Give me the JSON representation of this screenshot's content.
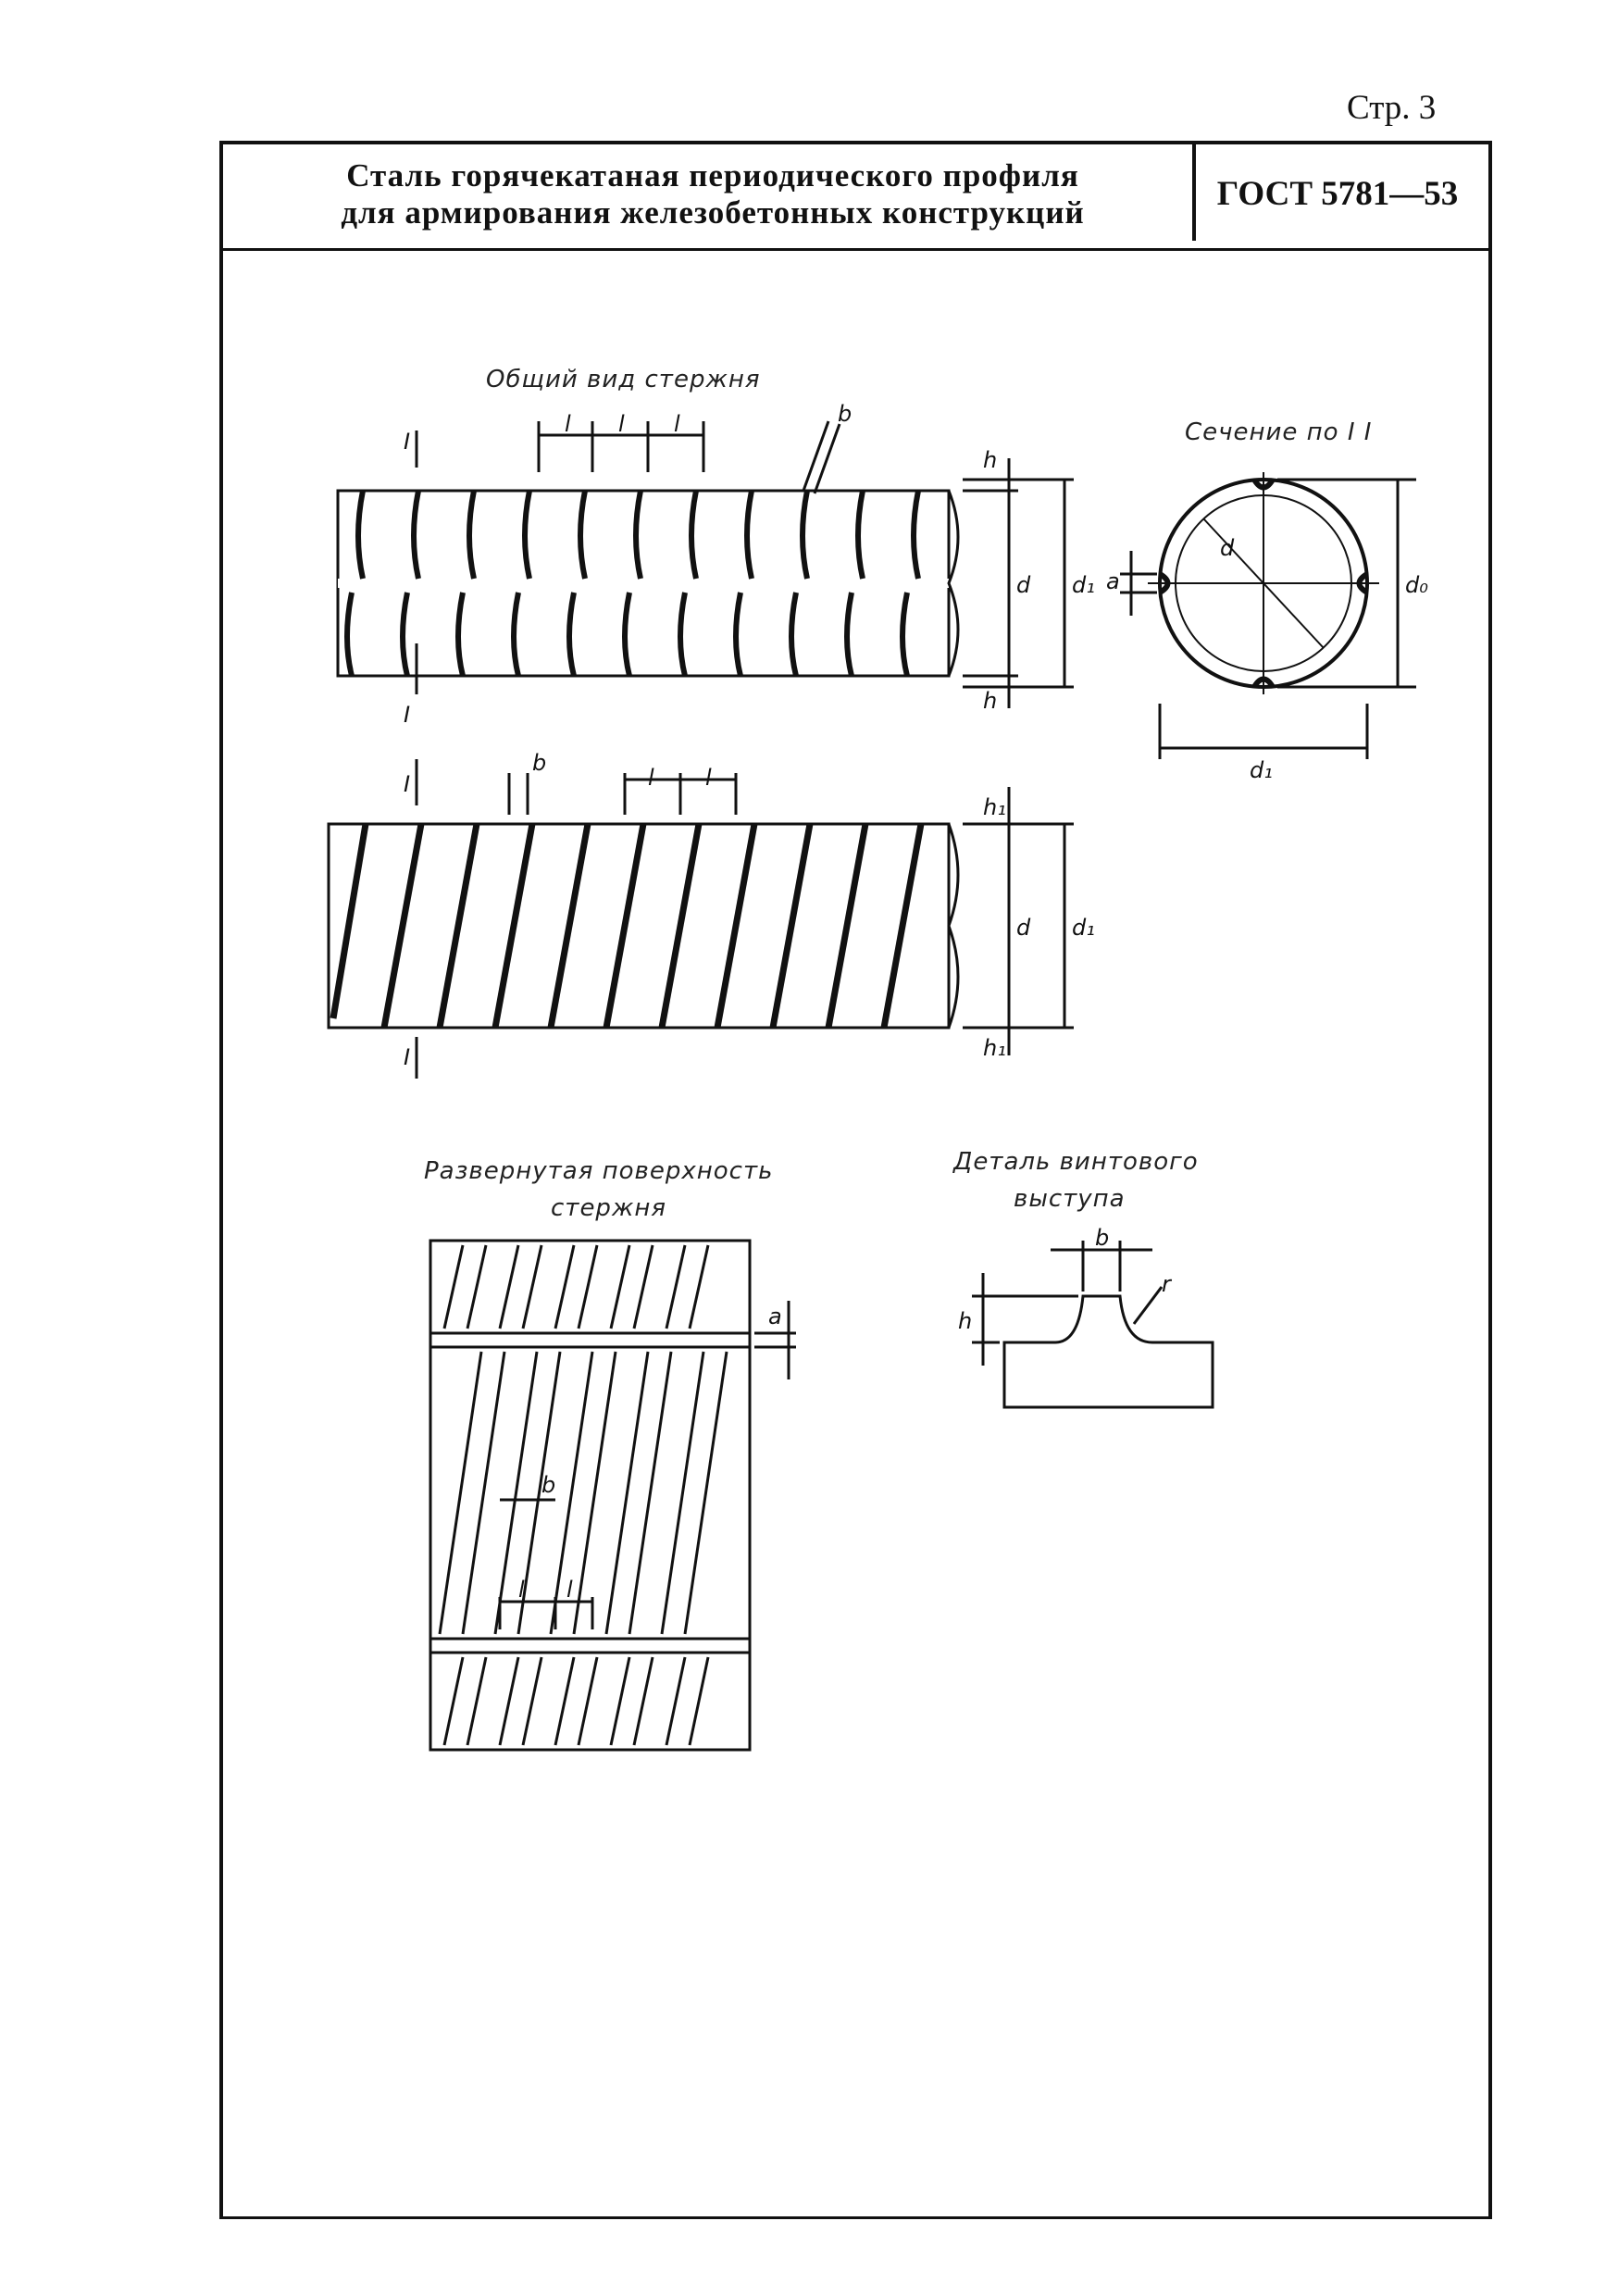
{
  "header": {
    "page_number": "Стр. 3",
    "title_line1": "Сталь горячекатаная периодического профиля",
    "title_line2": "для армирования железобетонных конструкций",
    "standard": "ГОСТ 5781—53"
  },
  "figures": {
    "general_view": "Общий вид стержня",
    "section": "Сечение по I I",
    "unrolled_line1": "Развернутая поверхность",
    "unrolled_line2": "стержня",
    "detail_line1": "Деталь винтового",
    "detail_line2": "выступа"
  },
  "dimension_labels": {
    "l": "l",
    "b": "b",
    "h": "h",
    "h1": "h₁",
    "d": "d",
    "d1": "d₁",
    "d0": "d₀",
    "a": "a",
    "r": "r",
    "section_mark": "I"
  }
}
